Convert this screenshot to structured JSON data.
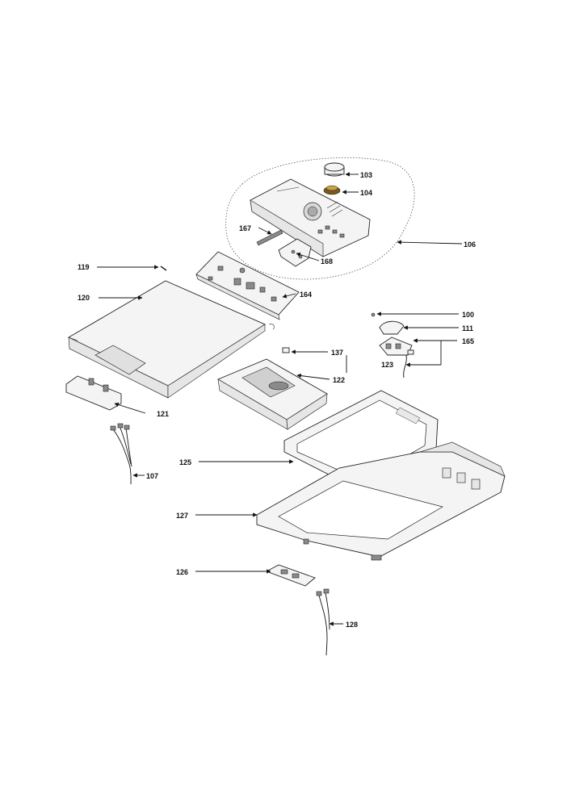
{
  "diagram": {
    "callouts": {
      "c100": "100",
      "c103": "103",
      "c104": "104",
      "c106": "106",
      "c107": "107",
      "c111": "111",
      "c119": "119",
      "c120": "120",
      "c121": "121",
      "c122": "122",
      "c123": "123",
      "c125": "125",
      "c126": "126",
      "c127": "127",
      "c128": "128",
      "c137": "137",
      "c164": "164",
      "c165": "165",
      "c167": "167",
      "c168": "168"
    }
  }
}
